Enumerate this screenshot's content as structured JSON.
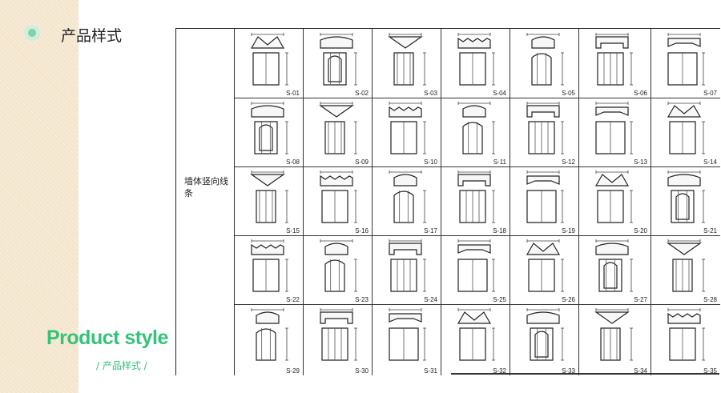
{
  "page": {
    "title": "产品样式",
    "english_title": "Product style",
    "chinese_subtitle": "/ 产品样式 /"
  },
  "catalog": {
    "category_label": "墙体竖向线条",
    "rows": [
      [
        "S-01",
        "S-02",
        "S-03",
        "S-04",
        "S-05",
        "S-06",
        "S-07"
      ],
      [
        "S-08",
        "S-09",
        "S-10",
        "S-11",
        "S-12",
        "S-13",
        "S-14"
      ],
      [
        "S-15",
        "S-16",
        "S-17",
        "S-18",
        "S-19",
        "S-20",
        "S-21"
      ],
      [
        "S-22",
        "S-23",
        "S-24",
        "S-25",
        "S-26",
        "S-27",
        "S-28"
      ],
      [
        "S-29",
        "S-30",
        "S-31",
        "S-32",
        "S-33",
        "S-34",
        "S-35"
      ]
    ]
  },
  "colors": {
    "accent_green": "#35c27a",
    "side_panel": "#f4e6cd",
    "line": "#333333"
  }
}
